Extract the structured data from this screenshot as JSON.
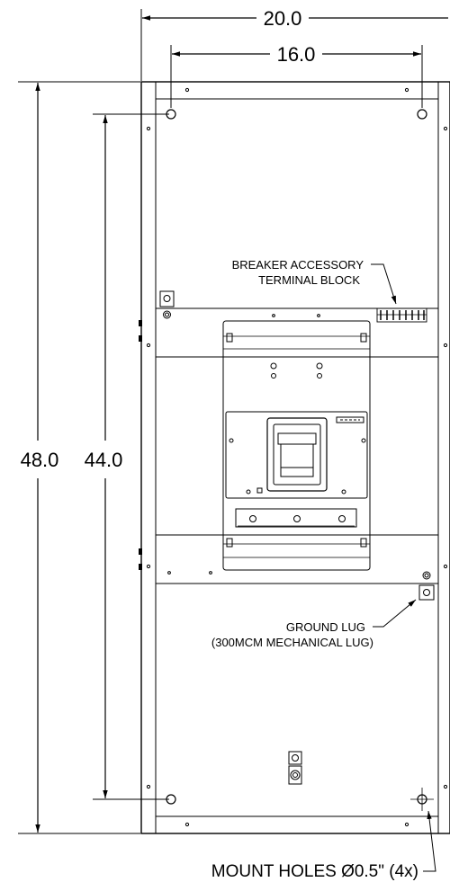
{
  "dimensions": {
    "overall_width": "20.0",
    "mount_width": "16.0",
    "overall_height": "48.0",
    "mount_height": "44.0"
  },
  "callouts": {
    "accessory_line1": "BREAKER ACCESSORY",
    "accessory_line2": "TERMINAL BLOCK",
    "ground_line1": "GROUND LUG",
    "ground_line2": "(300MCM MECHANICAL LUG)",
    "mount_holes": "MOUNT HOLES Ø0.5\" (4x)"
  },
  "colors": {
    "line": "#000000",
    "background": "#ffffff"
  }
}
